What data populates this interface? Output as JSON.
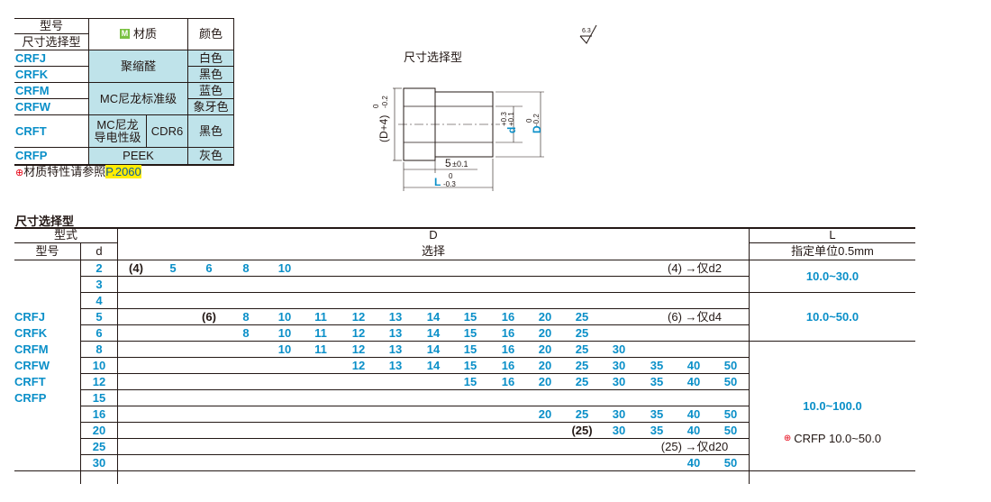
{
  "material_table": {
    "header": {
      "type": "型号",
      "size_type": "尺寸选择型",
      "material": "材质",
      "color": "颜色"
    },
    "rows": [
      {
        "type": "CRFJ",
        "material": "聚缩醛",
        "color": "白色"
      },
      {
        "type": "CRFK",
        "color": "黑色"
      },
      {
        "type": "CRFM",
        "material": "MC尼龙标准级",
        "color": "蓝色"
      },
      {
        "type": "CRFW",
        "color": "象牙色"
      },
      {
        "type": "CRFT",
        "material": "MC尼龙\n导电性级",
        "grade": "CDR6",
        "color": "黑色"
      },
      {
        "type": "CRFP",
        "material": "PEEK",
        "color": "灰色"
      }
    ],
    "note_prefix": "材质特性请参照",
    "note_ref": "P.2060",
    "m_icon": "M"
  },
  "drawing": {
    "title": "尺寸选择型",
    "roughness": "6.3",
    "dim_left_main": "(D+4)",
    "dim_left_tol_upper": "0",
    "dim_left_tol_lower": "-0.2",
    "dim_d": "d",
    "dim_d_upper": "+0.3",
    "dim_d_lower": "+0.1",
    "dim_D": "D",
    "dim_D_upper": "0",
    "dim_D_lower": "-0.2",
    "dim_5": "5",
    "dim_5_tol": "±0.1",
    "dim_L": "L",
    "dim_L_upper": "0",
    "dim_L_lower": "-0.3"
  },
  "size_table": {
    "title": "尺寸选择型",
    "header": {
      "form": "型式",
      "type": "型号",
      "d": "d",
      "D": "D",
      "select": "选择",
      "L": "L",
      "L_unit": "指定单位0.5mm"
    },
    "types": [
      "CRFJ",
      "CRFK",
      "CRFM",
      "CRFW",
      "CRFT",
      "CRFP"
    ],
    "d_values": [
      "2",
      "3",
      "4",
      "5",
      "6",
      "8",
      "10",
      "12",
      "15",
      "16",
      "20",
      "25",
      "30"
    ],
    "rows": [
      {
        "D": [
          "(4)",
          "5",
          "6",
          "8",
          "10"
        ],
        "note": "(4) →仅d2"
      },
      {
        "D": [],
        "note": ""
      },
      {
        "D": [],
        "note": ""
      },
      {
        "D": [
          "(6)",
          "8",
          "10",
          "11",
          "12",
          "13",
          "14",
          "15",
          "16",
          "20",
          "25"
        ],
        "note": "(6) →仅d4"
      },
      {
        "D": [
          "8",
          "10",
          "11",
          "12",
          "13",
          "14",
          "15",
          "16",
          "20",
          "25"
        ],
        "note": ""
      },
      {
        "D": [
          "10",
          "11",
          "12",
          "13",
          "14",
          "15",
          "16",
          "20",
          "25",
          "30"
        ],
        "note": ""
      },
      {
        "D": [
          "12",
          "13",
          "14",
          "15",
          "16",
          "20",
          "25",
          "30",
          "35",
          "40",
          "50"
        ],
        "note": ""
      },
      {
        "D": [
          "15",
          "16",
          "20",
          "25",
          "30",
          "35",
          "40",
          "50"
        ],
        "note": ""
      },
      {
        "D": [],
        "note": ""
      },
      {
        "D": [
          "20",
          "25",
          "30",
          "35",
          "40",
          "50"
        ],
        "note": ""
      },
      {
        "D": [
          "(25)",
          "30",
          "35",
          "40",
          "50"
        ],
        "note": ""
      },
      {
        "D": [],
        "note": "(25) →仅d20"
      },
      {
        "D": [
          "40",
          "50"
        ],
        "note": ""
      }
    ],
    "L_values": [
      "10.0~30.0",
      "10.0~50.0",
      "10.0~100.0",
      "CRFP 10.0~50.0"
    ]
  }
}
